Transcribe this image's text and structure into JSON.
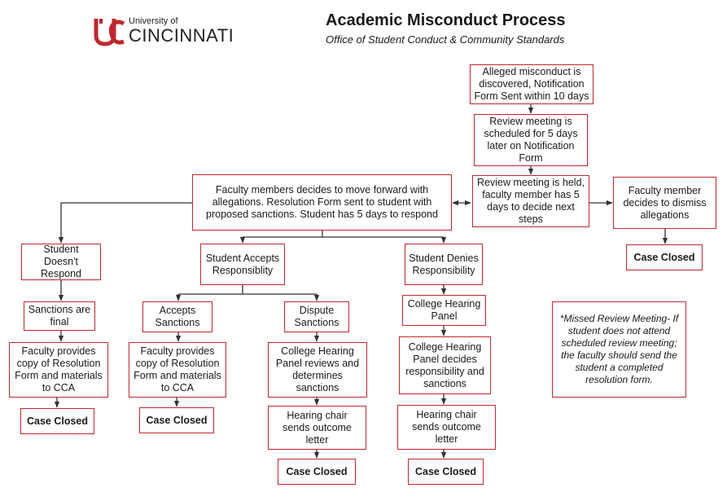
{
  "header": {
    "title": "Academic Misconduct Process",
    "subtitle": "Office of Student Conduct & Community Standards",
    "logo_top": "University of",
    "logo_main": "CINCINNATI"
  },
  "colors": {
    "accent": "#c0272d"
  },
  "nodes": {
    "alleged": "Alleged misconduct is discovered, Notification Form Sent within 10 days",
    "review_scheduled": "Review meeting is scheduled for 5 days later on Notification Form",
    "review_held": "Review meeting is held, faculty member has 5 days to decide next steps",
    "forward": "Faculty members decides to move forward with allegations. Resolution Form sent to student with proposed sanctions. Student has 5 days to respond",
    "dismiss": "Faculty member decides to dismiss allegations",
    "closed_dismiss": "Case Closed",
    "no_respond": "Student Doesn't Respond",
    "accepts": "Student Accepts Responsiblity",
    "denies": "Student Denies Responsibility",
    "sanctions_final": "Sanctions are final",
    "faculty_provides_1": "Faculty provides copy of Resolution Form and materials to CCA",
    "closed_1": "Case Closed",
    "accepts_sanctions": "Accepts Sanctions",
    "faculty_provides_2": "Faculty provides copy of Resolution Form and materials to CCA",
    "closed_2": "Case Closed",
    "dispute": "Dispute Sanctions",
    "panel_reviews": "College Hearing Panel reviews and determines sanctions",
    "chair_1": "Hearing chair sends outcome letter",
    "closed_3": "Case Closed",
    "hearing_panel": "College Hearing Panel",
    "panel_decides": "College Hearing Panel decides responsibility and sanctions",
    "chair_2": "Hearing chair sends outcome letter",
    "closed_4": "Case Closed",
    "note": "*Missed Review Meeting- If student does not attend scheduled review meeting; the faculty should send the student a completed resolution form."
  }
}
